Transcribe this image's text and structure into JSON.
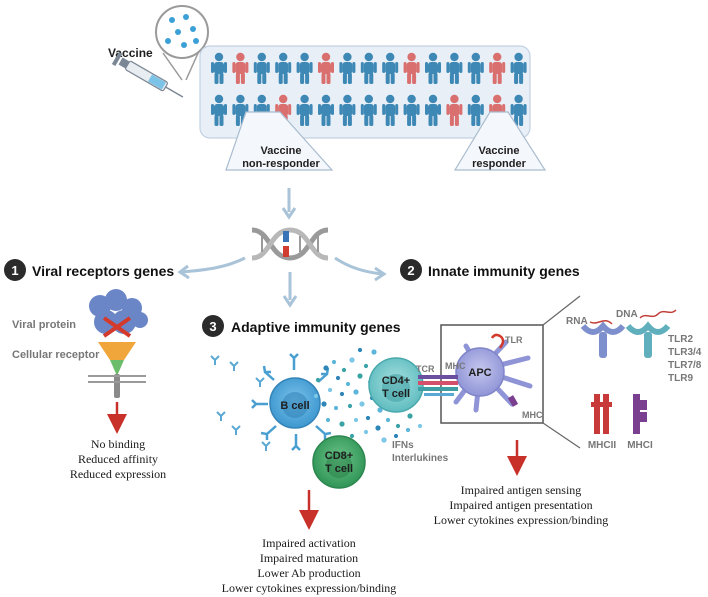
{
  "vaccine": {
    "label": "Vaccine"
  },
  "population": {
    "non_responder_label": [
      "Vaccine",
      "non-responder"
    ],
    "responder_label": [
      "Vaccine",
      "responder"
    ],
    "colors": {
      "responder": "#3e88b5",
      "non_responder": "#d9706f"
    }
  },
  "sections": [
    {
      "number": "1",
      "title": "Viral receptors genes"
    },
    {
      "number": "2",
      "title": "Innate immunity genes"
    },
    {
      "number": "3",
      "title": "Adaptive immunity genes"
    }
  ],
  "viral_receptors": {
    "viral_protein": "Viral protein",
    "cellular_receptor": "Cellular receptor",
    "effects": [
      "No binding",
      "Reduced affinity",
      "Reduced expression"
    ]
  },
  "adaptive": {
    "b_cell": "B cell",
    "cd4": [
      "CD4+",
      "T cell"
    ],
    "cd8": [
      "CD8+",
      "T cell"
    ],
    "cytokines": [
      "IFNs",
      "Interlukines"
    ],
    "effects": [
      "Impaired activation",
      "Impaired maturation",
      "Lower Ab production",
      "Lower cytokines expression/binding"
    ]
  },
  "innate": {
    "apc": "APC",
    "tcr": "TCR",
    "mhc_top": "MHC",
    "mhc_bottom": "MHC",
    "tlr": "TLR",
    "rna": "RNA",
    "dna": "DNA",
    "tlr_list": [
      "TLR2",
      "TLR3/4",
      "TLR7/8",
      "TLR9"
    ],
    "mhcii": "MHCII",
    "mhci": "MHCI",
    "effects": [
      "Impaired antigen sensing",
      "Impaired antigen presentation",
      "Lower cytokines expression/binding"
    ]
  },
  "colors": {
    "arrow_red": "#c8302a",
    "arrow_gray": "#a9c3d8",
    "dark_circle": "#2b2b2b"
  }
}
